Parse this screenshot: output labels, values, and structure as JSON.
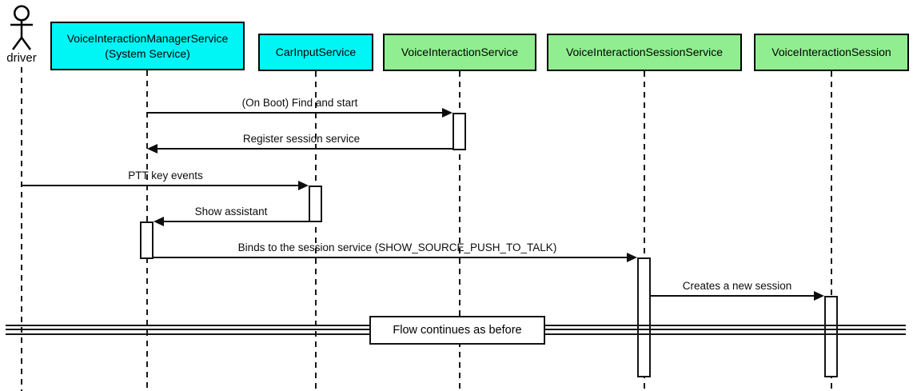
{
  "colors": {
    "participant_cyan": "#00F5F5",
    "participant_green": "#90EE90",
    "line": "#000000",
    "background": "#FFFFFF"
  },
  "actor": {
    "label": "driver"
  },
  "participants": [
    {
      "lines": [
        "VoiceInteractionManagerService",
        "(System Service)"
      ],
      "fill": "#00F5F5"
    },
    {
      "lines": [
        "CarInputService"
      ],
      "fill": "#00F5F5"
    },
    {
      "lines": [
        "VoiceInteractionService"
      ],
      "fill": "#90EE90"
    },
    {
      "lines": [
        "VoiceInteractionSessionService"
      ],
      "fill": "#90EE90"
    },
    {
      "lines": [
        "VoiceInteractionSession"
      ],
      "fill": "#90EE90"
    }
  ],
  "messages": [
    {
      "label": "(On Boot) Find and start",
      "from": "VoiceInteractionManagerService",
      "to": "VoiceInteractionService"
    },
    {
      "label": "Register session service",
      "from": "VoiceInteractionService",
      "to": "VoiceInteractionManagerService"
    },
    {
      "label": "PTT key events",
      "from": "driver",
      "to": "CarInputService"
    },
    {
      "label": "Show assistant",
      "from": "CarInputService",
      "to": "VoiceInteractionManagerService"
    },
    {
      "label": "Binds to the session service (SHOW_SOURCE_PUSH_TO_TALK)",
      "from": "VoiceInteractionManagerService",
      "to": "VoiceInteractionSessionService"
    },
    {
      "label": "Creates a new session",
      "from": "VoiceInteractionSessionService",
      "to": "VoiceInteractionSession"
    }
  ],
  "divider": {
    "label": "Flow continues as before"
  }
}
